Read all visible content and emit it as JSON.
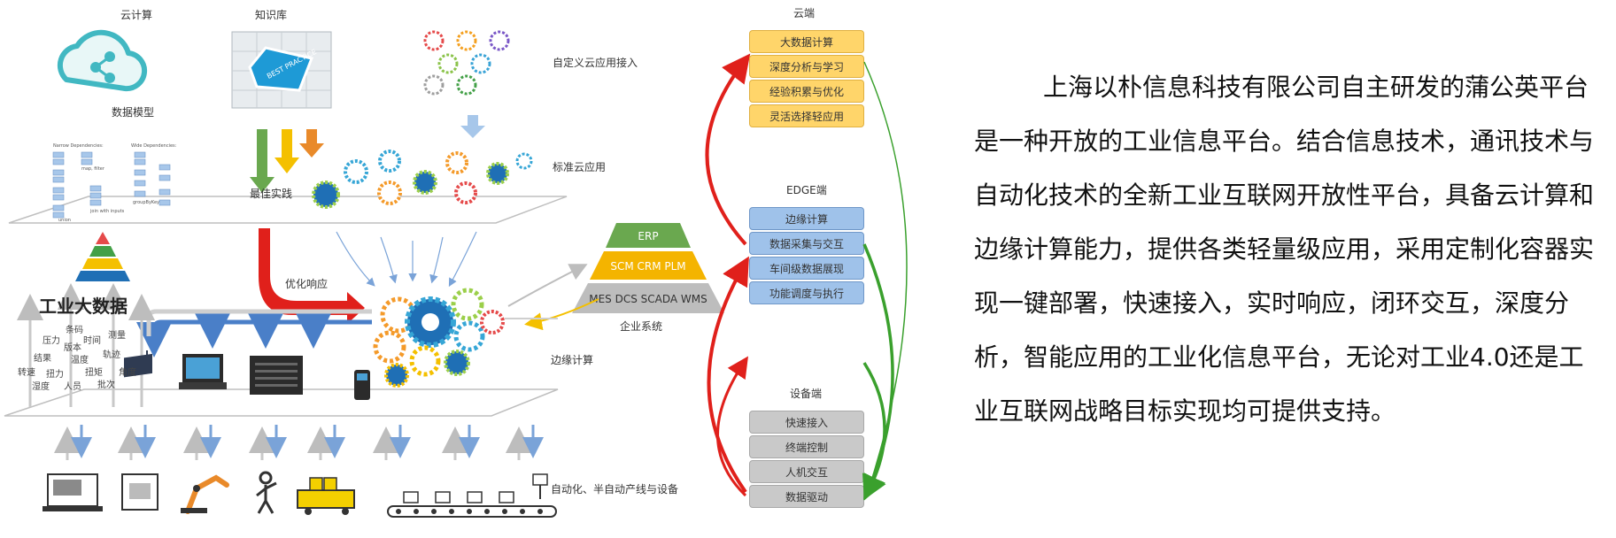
{
  "left": {
    "cloud_computing": "云计算",
    "knowledge_base": "知识库",
    "data_model": "数据模型",
    "custom_cloud_app": "自定义云应用接入",
    "standard_cloud_app": "标准云应用",
    "best_practice": "最佳实践",
    "optimize_response": "优化响应",
    "industrial_big_data": "工业大数据",
    "edge_computing": "边缘计算",
    "automation_lines": "自动化、半自动产线与设备",
    "big_data_terms": [
      "条码",
      "测量",
      "压力",
      "版本",
      "时间",
      "结果",
      "温度",
      "轨迹",
      "转速",
      "扭力",
      "扭矩",
      "角度",
      "湿度",
      "人员",
      "批次"
    ],
    "puzzle_text": "BEST PRACTICE"
  },
  "enterprise": {
    "label": "企业系统",
    "levels": [
      "ERP",
      "SCM CRM PLM",
      "MES DCS SCADA WMS"
    ]
  },
  "cloud": {
    "title": "云端",
    "items": [
      "大数据计算",
      "深度分析与学习",
      "经验积累与优化",
      "灵活选择轻应用"
    ]
  },
  "edge": {
    "title": "EDGE端",
    "items": [
      "边缘计算",
      "数据采集与交互",
      "车间级数据展现",
      "功能调度与执行"
    ]
  },
  "device": {
    "title": "设备端",
    "items": [
      "快速接入",
      "终端控制",
      "人机交互",
      "数据驱动"
    ]
  },
  "paragraph": {
    "text": "上海以朴信息科技有限公司自主研发的蒲公英平台是一种开放的工业信息平台。结合信息技术，通讯技术与自动化技术的全新工业互联网开放性平台，具备云计算和边缘计算能力，提供各类轻量级应用，采用定制化容器实现一键部署，快速接入，实时响应，闭环交互，深度分析，智能应用的工业化信息平台，无论对工业4.0还是工业互联网战略目标实现均可提供支持。"
  },
  "colors": {
    "cloud_box": "#ffd56a",
    "edge_box": "#9fc2ea",
    "device_box": "#c9c9c9",
    "arrow_red": "#e0201b",
    "arrow_green": "#3aa02d",
    "erp": "#6aa84f",
    "scm": "#f4b400",
    "mes": "#bdbdbd"
  }
}
